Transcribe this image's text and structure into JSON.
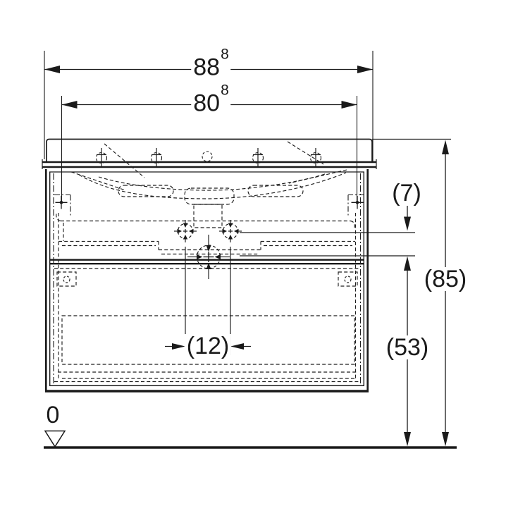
{
  "title": "vanity-cabinet-technical-drawing",
  "colors": {
    "line": "#1a1a1a",
    "background": "#ffffff"
  },
  "labels": {
    "total_width": {
      "value": "88",
      "sup": "8"
    },
    "fixing_width": {
      "value": "80",
      "sup": "8"
    },
    "connection_offset": "(7)",
    "total_height": "(85)",
    "outlet_height": "(53)",
    "tap_spacing": "(12)",
    "floor_level": "0"
  }
}
